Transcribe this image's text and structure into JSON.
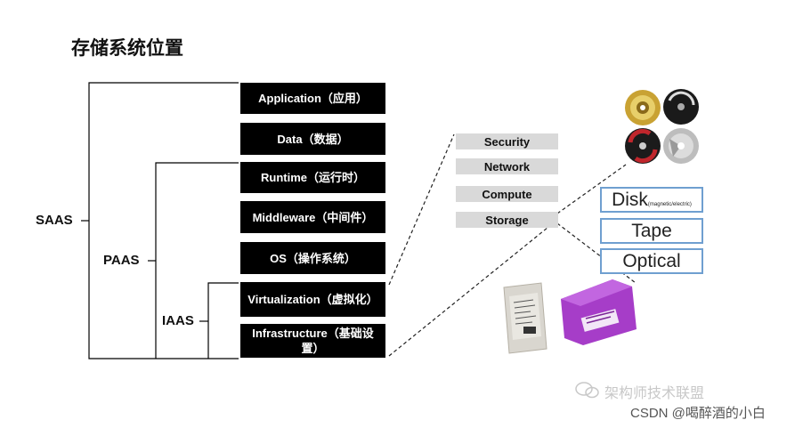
{
  "title": "存储系统位置",
  "tiers": {
    "saas": "SAAS",
    "paas": "PAAS",
    "iaas": "IAAS"
  },
  "layers": [
    "Application（应用）",
    "Data（数据）",
    "Runtime（运行时）",
    "Middleware（中间件）",
    "OS（操作系统）",
    "Virtualization（虚拟化）",
    "Infrastructure（基础设置）"
  ],
  "infrastructure_components": [
    "Security",
    "Network",
    "Compute",
    "Storage"
  ],
  "storage_types": {
    "disk": "Disk",
    "disk_note": "(magnetic/electric)",
    "tape": "Tape",
    "optical": "Optical"
  },
  "watermark": {
    "channel": "架构师技术联盟",
    "source": "CSDN @喝醉酒的小白"
  },
  "colors": {
    "layer_bg": "#000000",
    "component_bg": "#d9d9d9",
    "storage_border": "#6f9fd0",
    "tape_cartridge": "#a63dc8"
  }
}
